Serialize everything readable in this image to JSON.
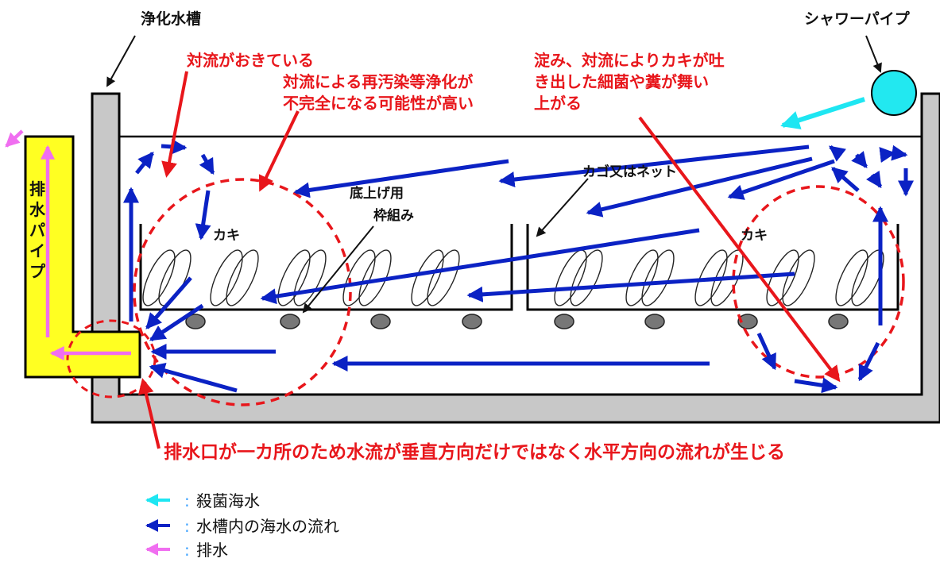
{
  "labels": {
    "tank": "浄化水槽",
    "shower_pipe": "シャワーパイプ",
    "convection": "対流がおきている",
    "recontamination_1": "対流による再汚染等浄化が",
    "recontamination_2": "不完全になる可能性が高い",
    "stagnation_1": "淀み、対流によりカキが吐",
    "stagnation_2": "き出した細菌や糞が舞い",
    "stagnation_3": "上がる",
    "basket": "カゴ又はネット",
    "frame_1": "底上げ用",
    "frame_2": "枠組み",
    "oyster_left": "カキ",
    "oyster_right": "カキ",
    "drain_pipe_chars": [
      "排",
      "水",
      "パ",
      "イ",
      "プ"
    ],
    "drain_issue": "排水口が一カ所のため水流が垂直方向だけではなく水平方向の流れが生じる"
  },
  "legend": {
    "separator": ":",
    "items": [
      {
        "label": "殺菌海水",
        "color": "#1ee6f2"
      },
      {
        "label": "水槽内の海水の流れ",
        "color": "#0b22c4"
      },
      {
        "label": "排水",
        "color": "#f06ef0"
      }
    ]
  },
  "colors": {
    "tank_wall": "#c8c8c8",
    "drain_pipe": "#ffff22",
    "sterilized_water": "#1ee6f2",
    "flow": "#0b22c4",
    "drainage": "#f06ef0",
    "annotation": "#e8161b"
  }
}
